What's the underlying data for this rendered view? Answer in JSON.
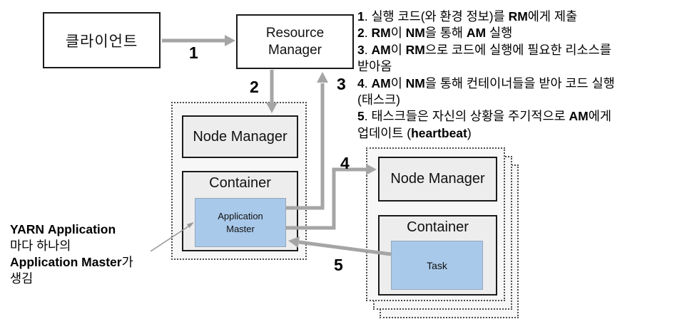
{
  "colors": {
    "background": "#ffffff",
    "arrow_gray": "#a5a5a5",
    "thin_arrow_gray": "#999999",
    "box_border": "#1a1a1a",
    "inner_box_fill": "#ededed",
    "node_group_fill": "#f7f7f7",
    "highlight_fill": "#a9c9ea",
    "highlight_border": "#93a7ba"
  },
  "boxes": {
    "client": "클라이언트",
    "resource_manager": "Resource Manager",
    "node1": {
      "node_manager": "Node Manager",
      "container": "Container",
      "application_master": "Application Master"
    },
    "node2": {
      "node_manager": "Node Manager",
      "container": "Container",
      "task": "Task"
    }
  },
  "arrow_labels": [
    "1",
    "2",
    "3",
    "4",
    "5"
  ],
  "steps": {
    "lines": [
      "1. 실행 코드(와 환경 정보)를 RM에게 제출",
      "2. RM이 NM을 통해 AM 실행",
      "3. AM이 RM으로 코드에 실행에 필요한 리소스를",
      "받아옴",
      "4. AM이 NM을 통해 컨테이너들을 받아 코드 실행",
      "(태스크)",
      "5. 태스크들은 자신의 상황을 주기적으로 AM에게",
      "업데이트 (heartbeat)"
    ]
  },
  "annotation": {
    "lines": [
      "YARN Application",
      "마다 하나의",
      "Application Master가",
      "생김"
    ]
  }
}
